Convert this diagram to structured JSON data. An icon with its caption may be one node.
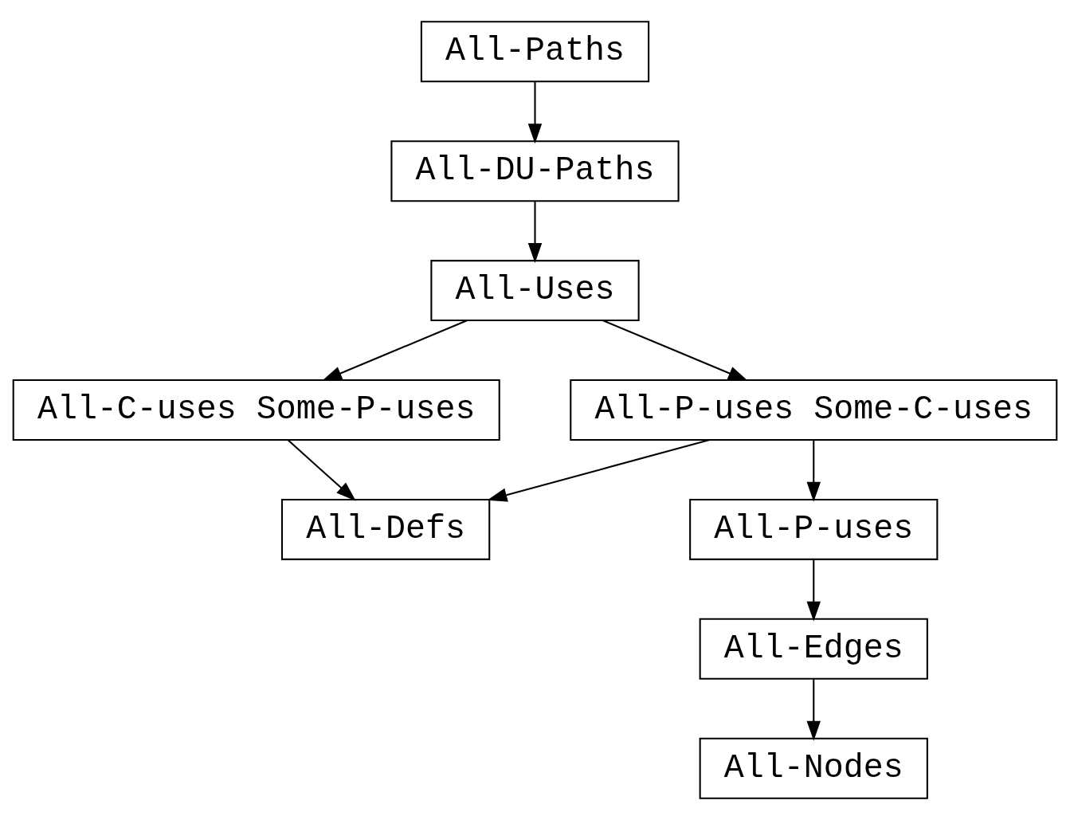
{
  "diagram": {
    "nodes": [
      {
        "text": [
          "All-Paths"
        ]
      },
      {
        "text": [
          "All-DU-Paths"
        ]
      },
      {
        "text": [
          "All-Uses"
        ]
      },
      {
        "text": [
          "All-C-uses Some-P-uses"
        ]
      },
      {
        "text": [
          "All-P-uses Some-C-uses"
        ]
      },
      {
        "text": [
          "All-Defs"
        ]
      },
      {
        "text": [
          "All-P-uses"
        ]
      },
      {
        "text": [
          "All-Edges"
        ]
      },
      {
        "text": [
          "All-Nodes"
        ]
      }
    ],
    "edges": [
      {
        "from": 0,
        "to": 1,
        "arrow": "to"
      },
      {
        "from": 1,
        "to": 2,
        "arrow": "to"
      },
      {
        "from": 2,
        "to": 3,
        "arrow": "to"
      },
      {
        "from": 2,
        "to": 4,
        "arrow": "to"
      },
      {
        "from": 3,
        "to": 5,
        "arrow": "to"
      },
      {
        "from": 4,
        "to": 5,
        "arrow": "to"
      },
      {
        "from": 4,
        "to": 6,
        "arrow": "to"
      },
      {
        "from": 6,
        "to": 7,
        "arrow": "to"
      },
      {
        "from": 7,
        "to": 8,
        "arrow": "to"
      }
    ]
  }
}
